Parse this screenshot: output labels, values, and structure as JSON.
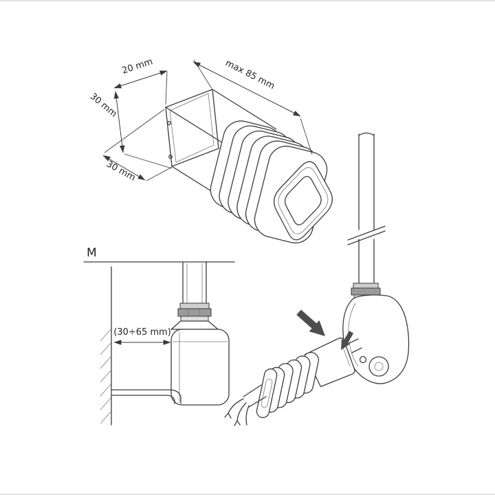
{
  "page": {
    "background": "#ffffff",
    "line_color": "#3a3a3a",
    "text_color": "#1f1f1f",
    "arrow_fill": "#4d4d4d"
  },
  "isometric_view": {
    "dim_top_width": "20 mm",
    "dim_side_height": "30 mm",
    "dim_bottom_depth": "30 mm",
    "dim_max_length": "max 85 mm"
  },
  "wall_detail_view": {
    "detail_marker": "M",
    "dim_wall_clearance": "(30÷65 mm)"
  }
}
